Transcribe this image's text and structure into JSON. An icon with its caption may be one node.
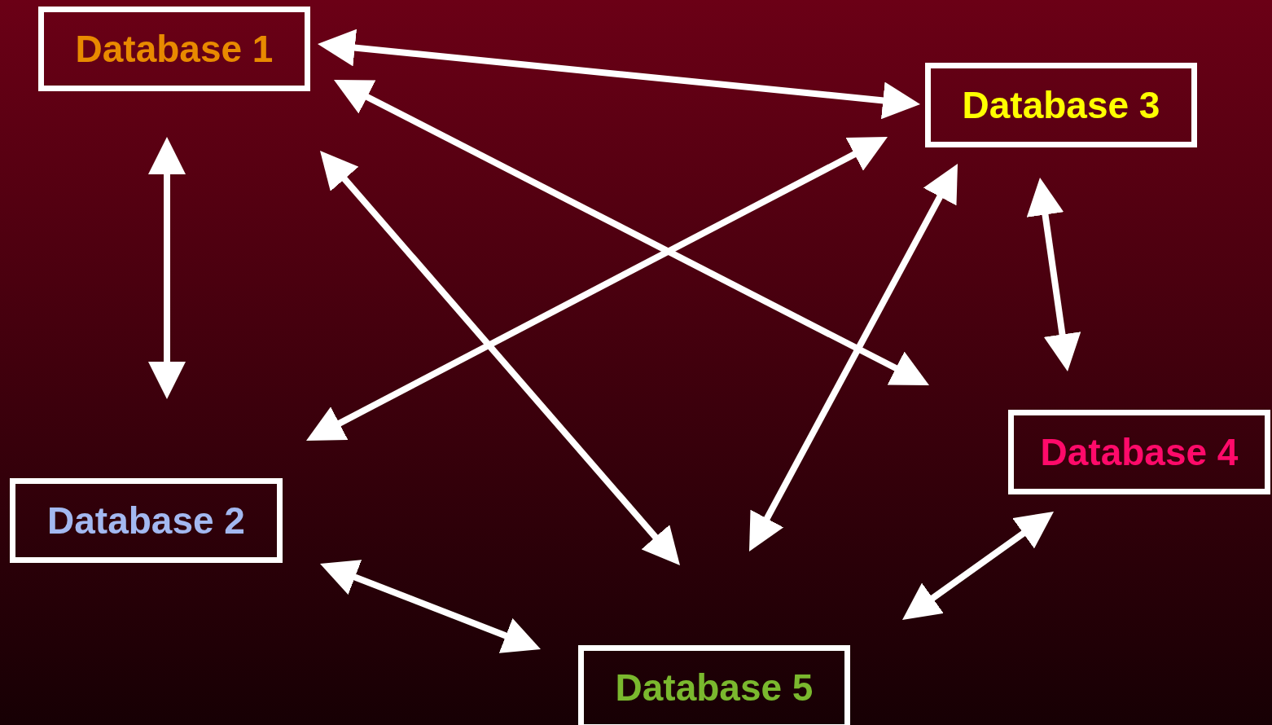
{
  "diagram": {
    "nodes": [
      {
        "text": [
          "Database 1"
        ]
      },
      {
        "text": [
          "Database 2"
        ]
      },
      {
        "text": [
          "Database 3"
        ]
      },
      {
        "text": [
          "Database 4"
        ]
      },
      {
        "text": [
          "Database 5"
        ]
      }
    ],
    "edges": [
      {
        "from": 0,
        "to": 2,
        "arrow": "both"
      },
      {
        "from": 0,
        "to": 3,
        "arrow": "both"
      },
      {
        "from": 0,
        "to": 1,
        "arrow": "both"
      },
      {
        "from": 0,
        "to": 4,
        "arrow": "both"
      },
      {
        "from": 2,
        "to": 1,
        "arrow": "both"
      },
      {
        "from": 2,
        "to": 4,
        "arrow": "both"
      },
      {
        "from": 2,
        "to": 3,
        "arrow": "both"
      },
      {
        "from": 1,
        "to": 4,
        "arrow": "both"
      },
      {
        "from": 3,
        "to": 4,
        "arrow": "both"
      }
    ]
  }
}
